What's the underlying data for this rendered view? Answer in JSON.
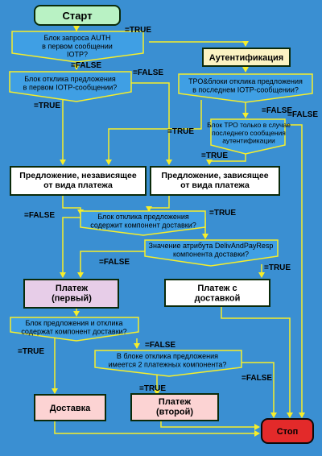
{
  "colors": {
    "background": "#3a8fd2",
    "process_fill": "#ffffff",
    "decision_fill": "#3f9fe4",
    "start_fill": "#b9f2c4",
    "auth_fill": "#fbf3c3",
    "payment_fill": "#e7cde8",
    "delivery_fill": "#fcd3d3",
    "stop_fill": "#e32a2a",
    "arrow": "#f6ee2b"
  },
  "nodes": {
    "start": "Старт",
    "d_auth": [
      "Блок запроса AUTH",
      "в первом сообщении",
      "IOTP?"
    ],
    "auth": "Аутентификация",
    "d_offer_first": [
      "Блок отклика предложения",
      "в первом IOTP-сообщении?"
    ],
    "d_tpo_last": [
      "ТРО&блоки отклика предложения",
      "в последнем IOTP-сообщении?"
    ],
    "d_tpo_only": [
      "Блок ТРО только в случае",
      "последнего сообщения",
      "аутентификации"
    ],
    "offer_indep": [
      "Предложение, независящее",
      "от вида платежа"
    ],
    "offer_dep": [
      "Предложение, зависящее",
      "от вида платежа"
    ],
    "d_delivery_comp": [
      "Блок отклика предложения",
      "содержит компонент доставки?"
    ],
    "d_attr": [
      "Значение атрибута DelivAndPayResp",
      "компонента доставки?"
    ],
    "pay_first": [
      "Платеж",
      "(первый)"
    ],
    "pay_delivery": [
      "Платеж с",
      "доставкой"
    ],
    "d_offer_delivery": [
      "Блок предложения и отклика",
      "содержат компонент доставки?"
    ],
    "d_two_payments": [
      "В блоке отклика предложения",
      "имеется 2 платежных компонента?"
    ],
    "delivery": "Доставка",
    "pay_second": [
      "Платеж",
      "(второй)"
    ],
    "stop": "Стоп"
  },
  "labels": {
    "true": "=TRUE",
    "false": "=FALSE"
  }
}
